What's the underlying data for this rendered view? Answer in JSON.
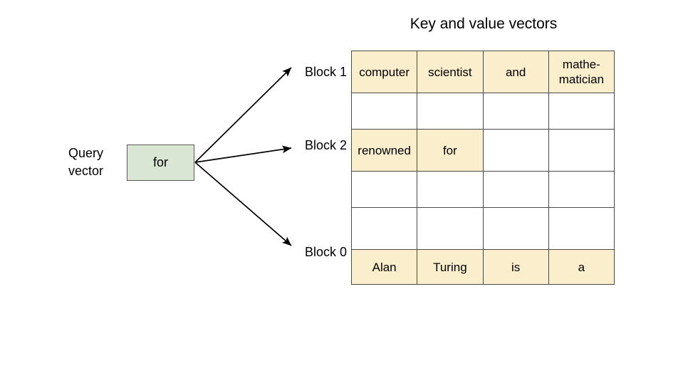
{
  "title": "Key and value vectors",
  "query": {
    "label_line1": "Query",
    "label_line2": "vector",
    "value": "for"
  },
  "blocks": [
    {
      "id": "block1",
      "label": "Block 1"
    },
    {
      "id": "block2",
      "label": "Block 2"
    },
    {
      "id": "block0",
      "label": "Block 0"
    }
  ],
  "grid": {
    "columns": 4,
    "rows": 6,
    "filled_color": "#faeecd",
    "empty_color": "#ffffff",
    "border_color": "#4a4a4a",
    "cells": [
      [
        {
          "text": "computer",
          "filled": true
        },
        {
          "text": "scientist",
          "filled": true
        },
        {
          "text": "and",
          "filled": true
        },
        {
          "text": "mathe-\nmatician",
          "filled": true
        }
      ],
      [
        {
          "text": "",
          "filled": false
        },
        {
          "text": "",
          "filled": false
        },
        {
          "text": "",
          "filled": false
        },
        {
          "text": "",
          "filled": false
        }
      ],
      [
        {
          "text": "renowned",
          "filled": true
        },
        {
          "text": "for",
          "filled": true
        },
        {
          "text": "",
          "filled": false
        },
        {
          "text": "",
          "filled": false
        }
      ],
      [
        {
          "text": "",
          "filled": false
        },
        {
          "text": "",
          "filled": false
        },
        {
          "text": "",
          "filled": false
        },
        {
          "text": "",
          "filled": false
        }
      ],
      [
        {
          "text": "",
          "filled": false
        },
        {
          "text": "",
          "filled": false
        },
        {
          "text": "",
          "filled": false
        },
        {
          "text": "",
          "filled": false
        }
      ],
      [
        {
          "text": "Alan",
          "filled": true
        },
        {
          "text": "Turing",
          "filled": true
        },
        {
          "text": "is",
          "filled": true
        },
        {
          "text": "a",
          "filled": true
        }
      ]
    ]
  },
  "colors": {
    "query_box_fill": "#d9e6d4",
    "query_box_border": "#5a5a5a",
    "arrow": "#000000",
    "text": "#000000"
  }
}
